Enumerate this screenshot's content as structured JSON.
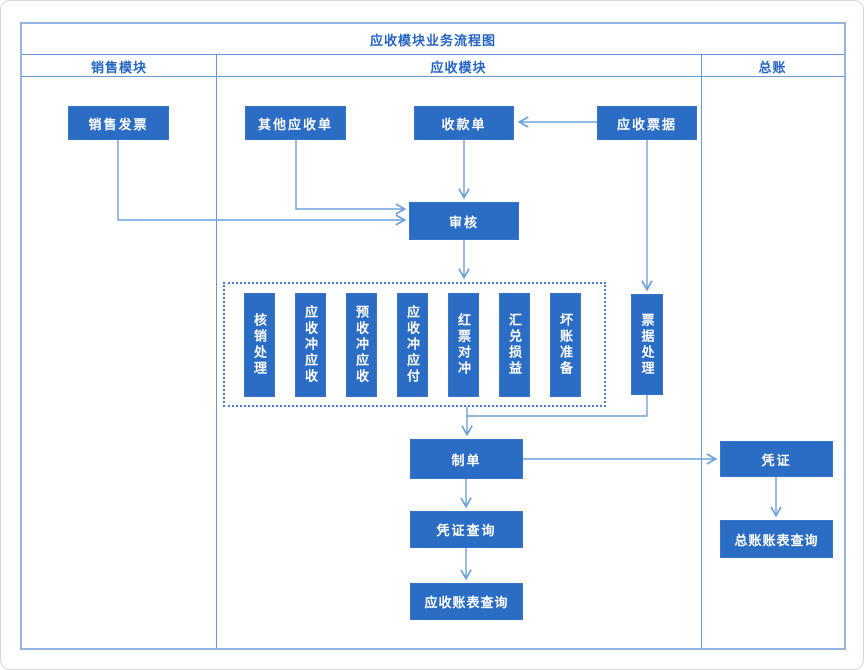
{
  "diagram": {
    "title": "应收模块业务流程图",
    "columns": [
      {
        "label": "销售模块"
      },
      {
        "label": "应收模块"
      },
      {
        "label": "总账"
      }
    ]
  },
  "nodes": {
    "sales_invoice": "销售发票",
    "other_receivable": "其他应收单",
    "receipt": "收款单",
    "receivable_notes": "应收票据",
    "audit": "审核",
    "write_off": "核销处理",
    "ar_offset_ar": "应收冲应收",
    "advance_offset_ar": "预收冲应收",
    "ar_offset_ap": "应收冲应付",
    "red_invoice_offset": "红票对冲",
    "exchange_gain_loss": "汇兑损益",
    "bad_debt_provision": "坏账准备",
    "notes_processing": "票据处理",
    "doc_generation": "制单",
    "voucher_query": "凭证查询",
    "ar_report_query": "应收账表查询",
    "voucher": "凭证",
    "gl_report_query": "总账账表查询"
  },
  "colors": {
    "node_fill": "#2b6cc4",
    "node_text": "#ffffff",
    "connector_line": "#6fa0dc",
    "grid_line": "#6b97d6",
    "outer_border": "#93b3e2",
    "header_text": "#2565c6",
    "dashed_border": "#4a7bd0"
  }
}
